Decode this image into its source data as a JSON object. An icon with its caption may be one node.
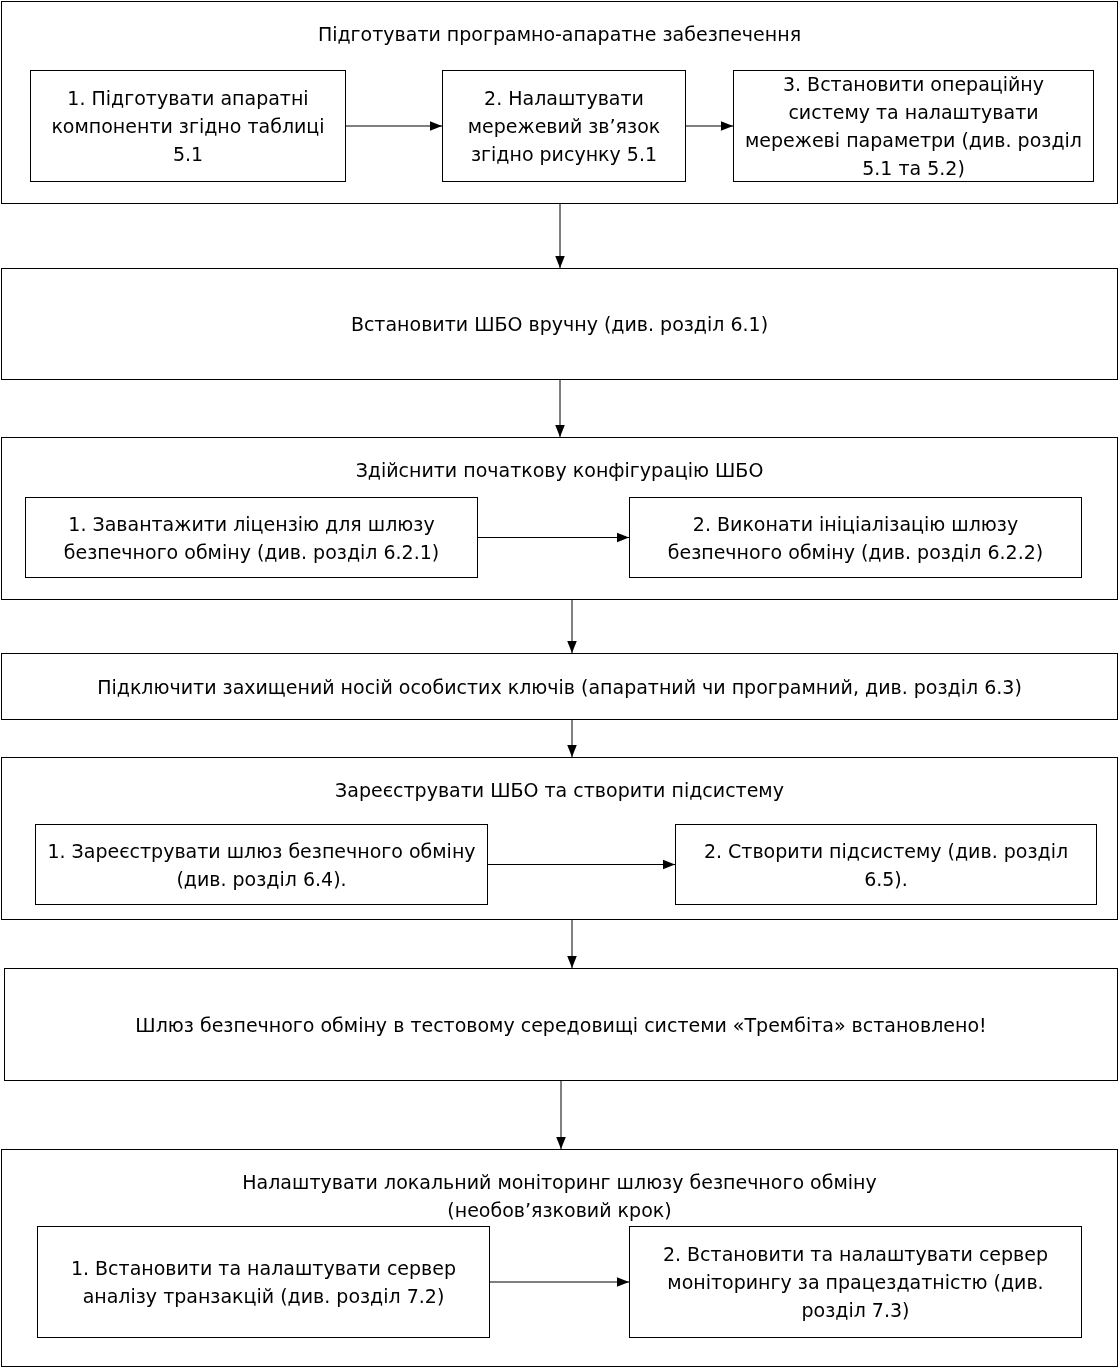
{
  "diagram": {
    "nodes": [
      {
        "text": [
          "Підготувати програмно-апаратне забезпечення"
        ]
      },
      {
        "text": [
          "1. Підготувати апаратні компоненти згідно таблиці 5.1"
        ],
        "in": 0
      },
      {
        "text": [
          "2. Налаштувати мережевий зв’язок згідно рисунку 5.1"
        ],
        "in": 0
      },
      {
        "text": [
          "3. Встановити операційну систему та налаштувати мережеві параметри (див. розділ 5.1 та 5.2)"
        ],
        "in": 0
      },
      {
        "text": [
          "Встановити ШБО вручну (див. розділ 6.1)"
        ]
      },
      {
        "text": [
          "Здійснити початкову конфігурацію ШБО"
        ]
      },
      {
        "text": [
          "1. Завантажити ліцензію для шлюзу безпечного обміну (див. розділ 6.2.1)"
        ],
        "in": 5
      },
      {
        "text": [
          "2. Виконати ініціалізацію шлюзу безпечного обміну (див. розділ 6.2.2)"
        ],
        "in": 5
      },
      {
        "text": [
          "Підключити захищений носій особистих ключів (апаратний чи програмний, див. розділ 6.3)"
        ]
      },
      {
        "text": [
          "Зареєструвати ШБО та створити підсистему"
        ]
      },
      {
        "text": [
          "1. Зареєструвати шлюз безпечного обміну (див. розділ 6.4)."
        ],
        "in": 9
      },
      {
        "text": [
          "2. Створити підсистему (див. розділ 6.5)."
        ],
        "in": 9
      },
      {
        "text": [
          "Шлюз безпечного обміну в тестовому середовищі системи «Трембіта» встановлено!"
        ]
      },
      {
        "text": [
          "Налаштувати локальний моніторинг шлюзу безпечного обміну (необов’язковий крок)"
        ]
      },
      {
        "text": [
          "1. Встановити та налаштувати сервер аналізу транзакцій (див. розділ 7.2)"
        ],
        "in": 13
      },
      {
        "text": [
          "2. Встановити та налаштувати сервер моніторингу за працездатністю (див. розділ 7.3)"
        ],
        "in": 13
      }
    ],
    "edges": [
      {
        "from": 1,
        "to": 2,
        "arrow": "to"
      },
      {
        "from": 2,
        "to": 3,
        "arrow": "to"
      },
      {
        "from": 0,
        "to": 4,
        "arrow": "to"
      },
      {
        "from": 4,
        "to": 5,
        "arrow": "to"
      },
      {
        "from": 6,
        "to": 7,
        "arrow": "to"
      },
      {
        "from": 5,
        "to": 8,
        "arrow": "to"
      },
      {
        "from": 8,
        "to": 9,
        "arrow": "to"
      },
      {
        "from": 10,
        "to": 11,
        "arrow": "to"
      },
      {
        "from": 9,
        "to": 12,
        "arrow": "to"
      },
      {
        "from": 12,
        "to": 13,
        "arrow": "to"
      },
      {
        "from": 14,
        "to": 15,
        "arrow": "to"
      }
    ]
  }
}
